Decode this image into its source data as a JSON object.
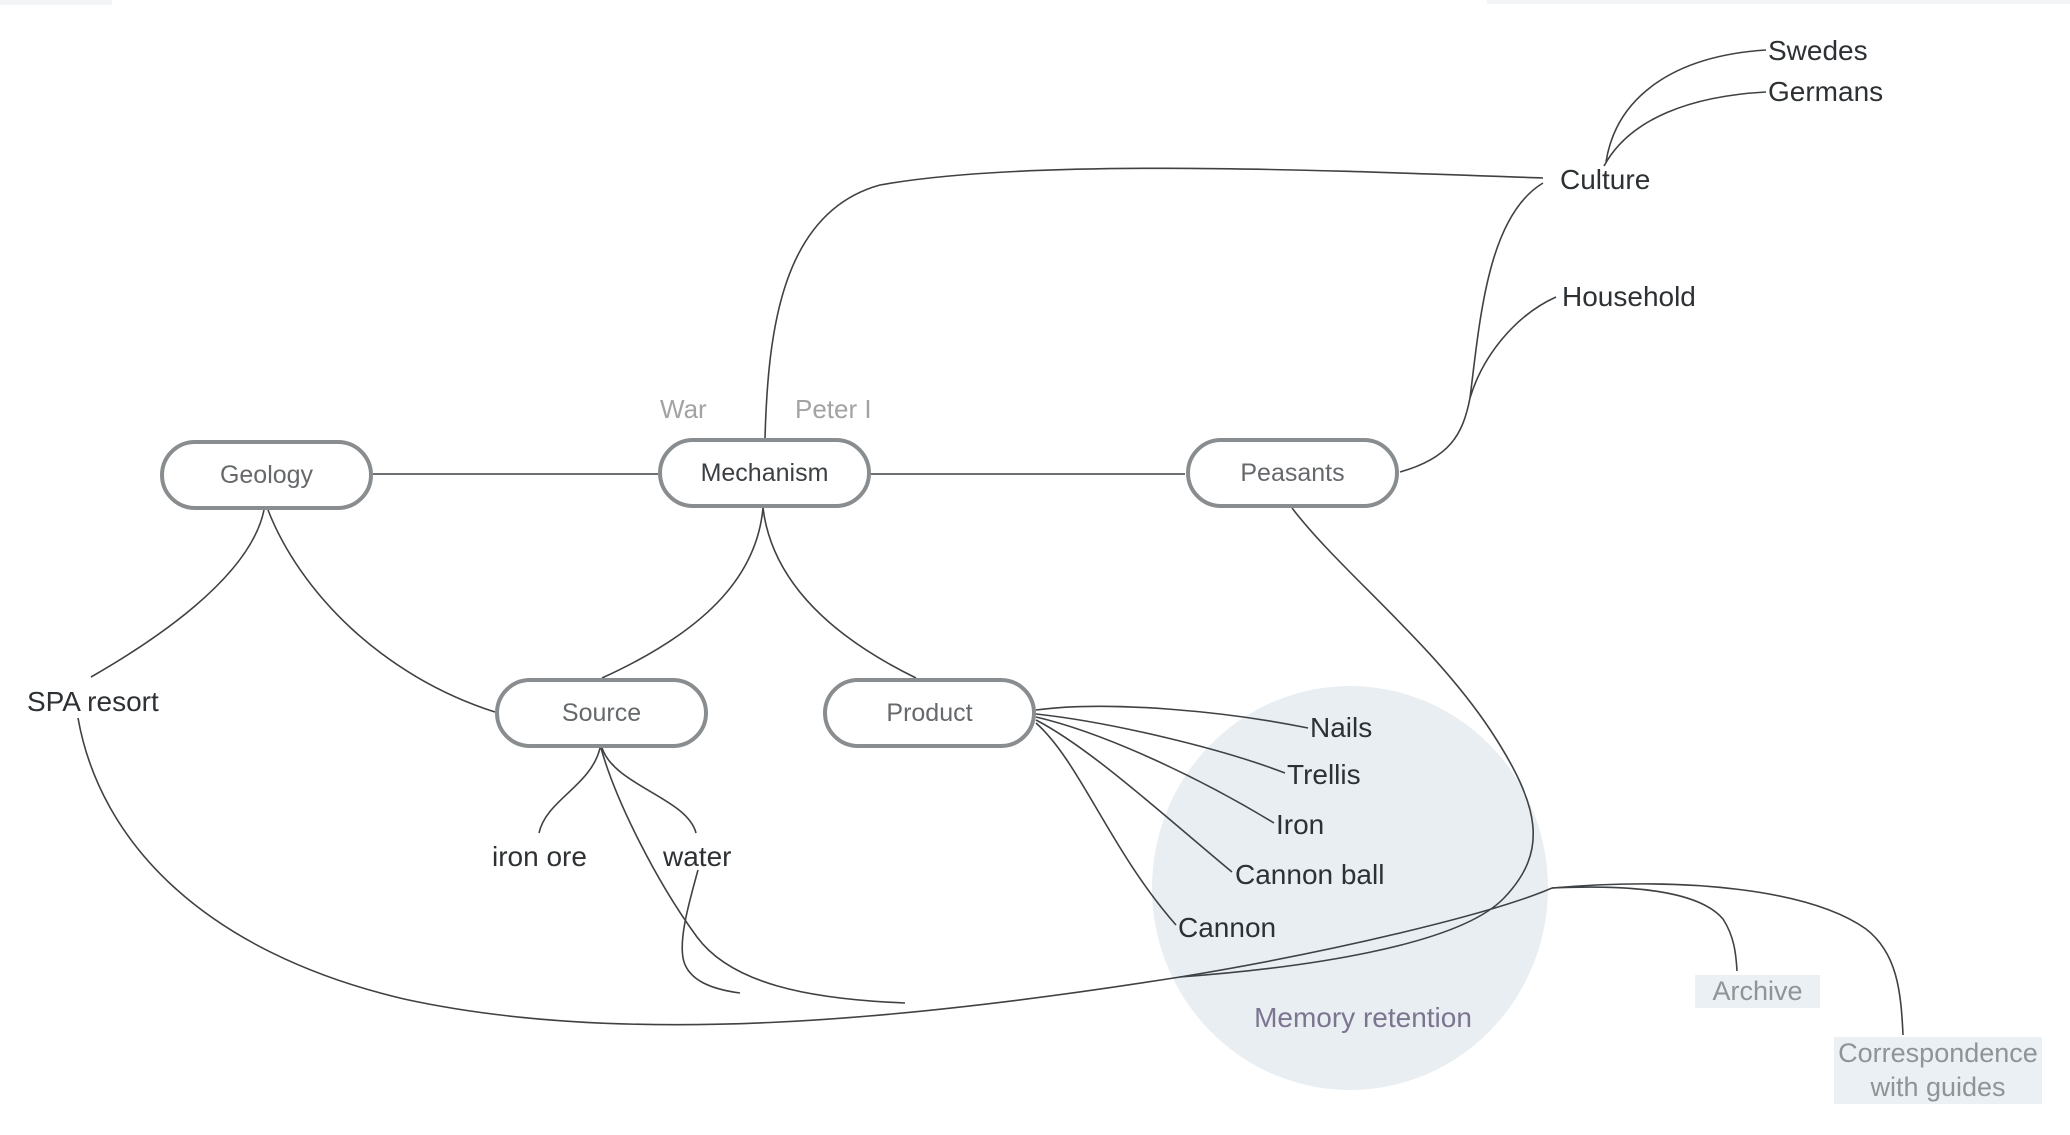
{
  "diagram": {
    "nodes": {
      "geology": {
        "label": "Geology"
      },
      "mechanism": {
        "label": "Mechanism"
      },
      "peasants": {
        "label": "Peasants"
      },
      "source": {
        "label": "Source"
      },
      "product": {
        "label": "Product"
      }
    },
    "topics": {
      "swedes": {
        "label": "Swedes"
      },
      "germans": {
        "label": "Germans"
      },
      "culture": {
        "label": "Culture"
      },
      "household": {
        "label": "Household"
      },
      "spa_resort": {
        "label": "SPA resort"
      },
      "iron_ore": {
        "label": "iron ore"
      },
      "water": {
        "label": "water"
      },
      "nails": {
        "label": "Nails"
      },
      "trellis": {
        "label": "Trellis"
      },
      "iron": {
        "label": "Iron"
      },
      "cannon_ball": {
        "label": "Cannon ball"
      },
      "cannon": {
        "label": "Cannon"
      }
    },
    "ghost_topics": {
      "war": {
        "label": "War"
      },
      "peter_i": {
        "label": "Peter I"
      }
    },
    "zone": {
      "label": "Memory retention"
    },
    "boxes": {
      "archive": {
        "label": "Archive"
      },
      "correspondence": {
        "line1": "Correspondence",
        "line2": "with guides"
      }
    },
    "colors": {
      "node_border": "#8a8d8f",
      "node_text": "#66696c",
      "central_node_text": "#3c4043",
      "connector": "#3f4245",
      "topic_text": "#2d3134",
      "ghost_text": "#a3a3a3",
      "zone_fill": "#e9eef2",
      "zone_text": "#7b7590",
      "box_fill": "#eaf0f3",
      "box_text": "#8f9496"
    }
  }
}
